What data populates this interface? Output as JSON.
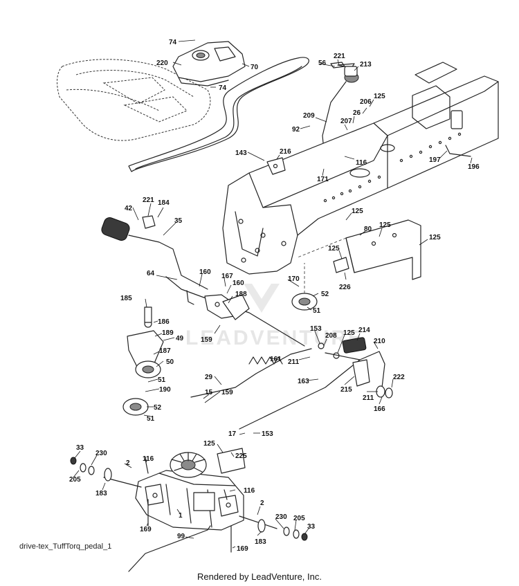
{
  "diagram": {
    "name": "drive-tex_TuffTorq_pedal_1",
    "credit": "Rendered by LeadVenture, Inc.",
    "watermark": "LEADVENTURE",
    "callouts": [
      {
        "id": "c74a",
        "text": "74"
      },
      {
        "id": "c220",
        "text": "220"
      },
      {
        "id": "c70",
        "text": "70"
      },
      {
        "id": "c74b",
        "text": "74"
      },
      {
        "id": "c221a",
        "text": "221"
      },
      {
        "id": "c56",
        "text": "56"
      },
      {
        "id": "c213",
        "text": "213"
      },
      {
        "id": "c125a",
        "text": "125"
      },
      {
        "id": "c206",
        "text": "206"
      },
      {
        "id": "c209",
        "text": "209"
      },
      {
        "id": "c26",
        "text": "26"
      },
      {
        "id": "c207",
        "text": "207"
      },
      {
        "id": "c92",
        "text": "92"
      },
      {
        "id": "c116a",
        "text": "116"
      },
      {
        "id": "c143",
        "text": "143"
      },
      {
        "id": "c216",
        "text": "216"
      },
      {
        "id": "c171",
        "text": "171"
      },
      {
        "id": "c197",
        "text": "197"
      },
      {
        "id": "c196",
        "text": "196"
      },
      {
        "id": "c42",
        "text": "42"
      },
      {
        "id": "c221b",
        "text": "221"
      },
      {
        "id": "c184",
        "text": "184"
      },
      {
        "id": "c35",
        "text": "35"
      },
      {
        "id": "c125b",
        "text": "125"
      },
      {
        "id": "c80",
        "text": "80"
      },
      {
        "id": "c125c",
        "text": "125"
      },
      {
        "id": "c125d",
        "text": "125"
      },
      {
        "id": "c125e",
        "text": "125"
      },
      {
        "id": "c226",
        "text": "226"
      },
      {
        "id": "c64",
        "text": "64"
      },
      {
        "id": "c160a",
        "text": "160"
      },
      {
        "id": "c167",
        "text": "167"
      },
      {
        "id": "c160b",
        "text": "160"
      },
      {
        "id": "c170",
        "text": "170"
      },
      {
        "id": "c188",
        "text": "188"
      },
      {
        "id": "c185",
        "text": "185"
      },
      {
        "id": "c52a",
        "text": "52"
      },
      {
        "id": "c51a",
        "text": "51"
      },
      {
        "id": "c186",
        "text": "186"
      },
      {
        "id": "c159a",
        "text": "159"
      },
      {
        "id": "c189",
        "text": "189"
      },
      {
        "id": "c49",
        "text": "49"
      },
      {
        "id": "c153a",
        "text": "153"
      },
      {
        "id": "c208",
        "text": "208"
      },
      {
        "id": "c125f",
        "text": "125"
      },
      {
        "id": "c214",
        "text": "214"
      },
      {
        "id": "c210",
        "text": "210"
      },
      {
        "id": "c187",
        "text": "187"
      },
      {
        "id": "c50",
        "text": "50"
      },
      {
        "id": "c161",
        "text": "161"
      },
      {
        "id": "c211a",
        "text": "211"
      },
      {
        "id": "c29",
        "text": "29"
      },
      {
        "id": "c51b",
        "text": "51"
      },
      {
        "id": "c190",
        "text": "190"
      },
      {
        "id": "c15",
        "text": "15"
      },
      {
        "id": "c159b",
        "text": "159"
      },
      {
        "id": "c163",
        "text": "163"
      },
      {
        "id": "c215",
        "text": "215"
      },
      {
        "id": "c211b",
        "text": "211"
      },
      {
        "id": "c222",
        "text": "222"
      },
      {
        "id": "c166",
        "text": "166"
      },
      {
        "id": "c52b",
        "text": "52"
      },
      {
        "id": "c51c",
        "text": "51"
      },
      {
        "id": "c17",
        "text": "17"
      },
      {
        "id": "c153b",
        "text": "153"
      },
      {
        "id": "c125g",
        "text": "125"
      },
      {
        "id": "c225",
        "text": "225"
      },
      {
        "id": "c33a",
        "text": "33"
      },
      {
        "id": "c230a",
        "text": "230"
      },
      {
        "id": "c116b",
        "text": "116"
      },
      {
        "id": "c2a",
        "text": "2"
      },
      {
        "id": "c205a",
        "text": "205"
      },
      {
        "id": "c183a",
        "text": "183"
      },
      {
        "id": "c116c",
        "text": "116"
      },
      {
        "id": "c2b",
        "text": "2"
      },
      {
        "id": "c1",
        "text": "1"
      },
      {
        "id": "c230b",
        "text": "230"
      },
      {
        "id": "c205b",
        "text": "205"
      },
      {
        "id": "c33b",
        "text": "33"
      },
      {
        "id": "c169a",
        "text": "169"
      },
      {
        "id": "c99",
        "text": "99"
      },
      {
        "id": "c183b",
        "text": "183"
      },
      {
        "id": "c169b",
        "text": "169"
      }
    ]
  }
}
